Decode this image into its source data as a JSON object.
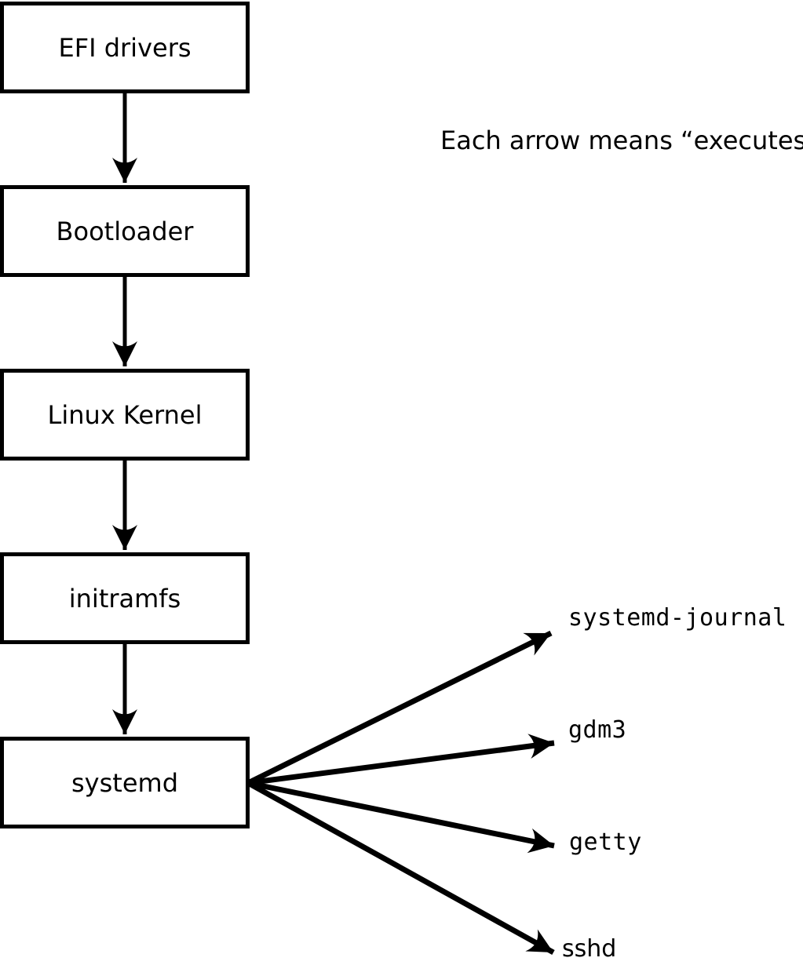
{
  "annotation": {
    "text": "Each arrow means “executes”."
  },
  "boot_chain": [
    {
      "label": "EFI drivers"
    },
    {
      "label": "Bootloader"
    },
    {
      "label": "Linux Kernel"
    },
    {
      "label": "initramfs"
    },
    {
      "label": "systemd"
    }
  ],
  "spawned_processes": [
    {
      "label": "systemd-journal"
    },
    {
      "label": "gdm3"
    },
    {
      "label": "getty"
    },
    {
      "label": "sshd"
    }
  ],
  "arrow_meaning": "executes",
  "colors": {
    "line": "#000000",
    "box_fill": "#ffffff",
    "background": "#ffffff",
    "text": "#000000"
  }
}
